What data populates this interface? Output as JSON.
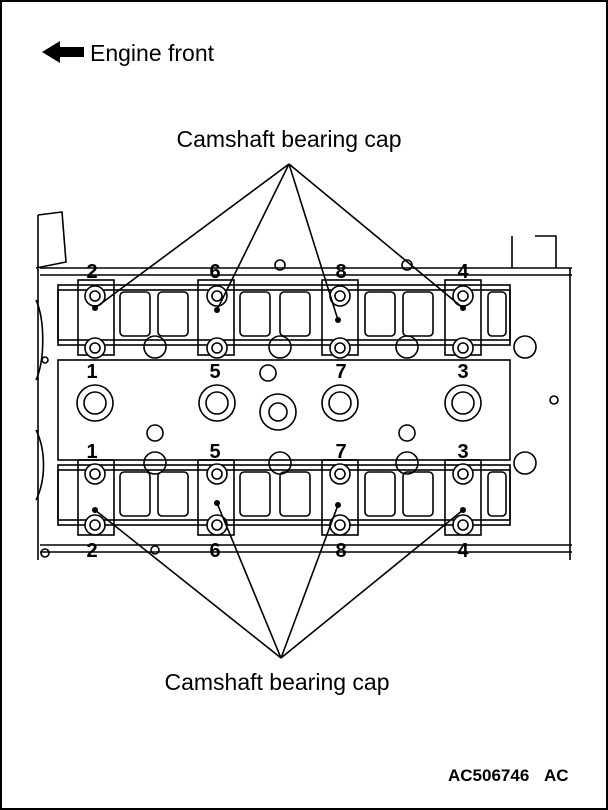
{
  "legend": {
    "arrow_icon": "left-arrow-icon",
    "label": "Engine front"
  },
  "callouts": {
    "top": "Camshaft bearing cap",
    "bottom": "Camshaft bearing cap"
  },
  "bolt_numbers": {
    "top_row": [
      "2",
      "6",
      "8",
      "4"
    ],
    "upper_middle_row": [
      "1",
      "5",
      "7",
      "3"
    ],
    "lower_middle_row": [
      "1",
      "5",
      "7",
      "3"
    ],
    "bottom_row": [
      "2",
      "6",
      "8",
      "4"
    ]
  },
  "figure_code": {
    "main": "AC506746",
    "suffix": "AC"
  }
}
